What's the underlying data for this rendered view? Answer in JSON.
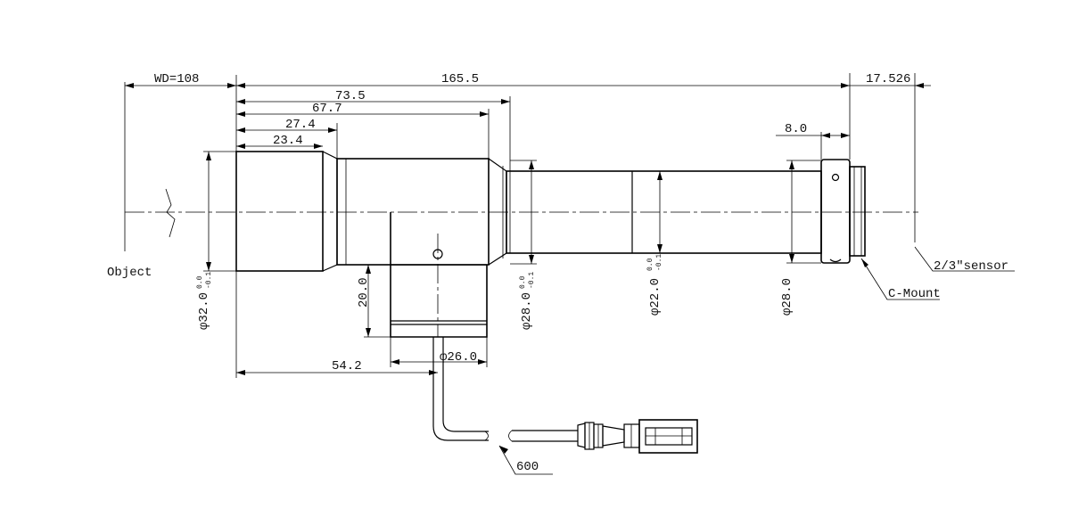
{
  "drawing": {
    "labels": {
      "object": "Object",
      "sensor": "2/3″sensor",
      "mount": "C-Mount",
      "cable_length": "600"
    },
    "dimensions": {
      "wd": "WD=108",
      "total_length": "165.5",
      "back_focus": "17.526",
      "d_73_5": "73.5",
      "d_67_7": "67.7",
      "d_27_4": "27.4",
      "d_23_4": "23.4",
      "d_8_0": "8.0",
      "d_54_2": "54.2",
      "d_20_0": "20.0",
      "dia_26": "φ26.0",
      "dia_32": "φ32.0",
      "dia_28_a": "φ28.0",
      "dia_22": "φ22.0",
      "dia_28_b": "φ28.0"
    },
    "tolerances": {
      "upper": "0.0",
      "lower": "-0.1"
    }
  }
}
